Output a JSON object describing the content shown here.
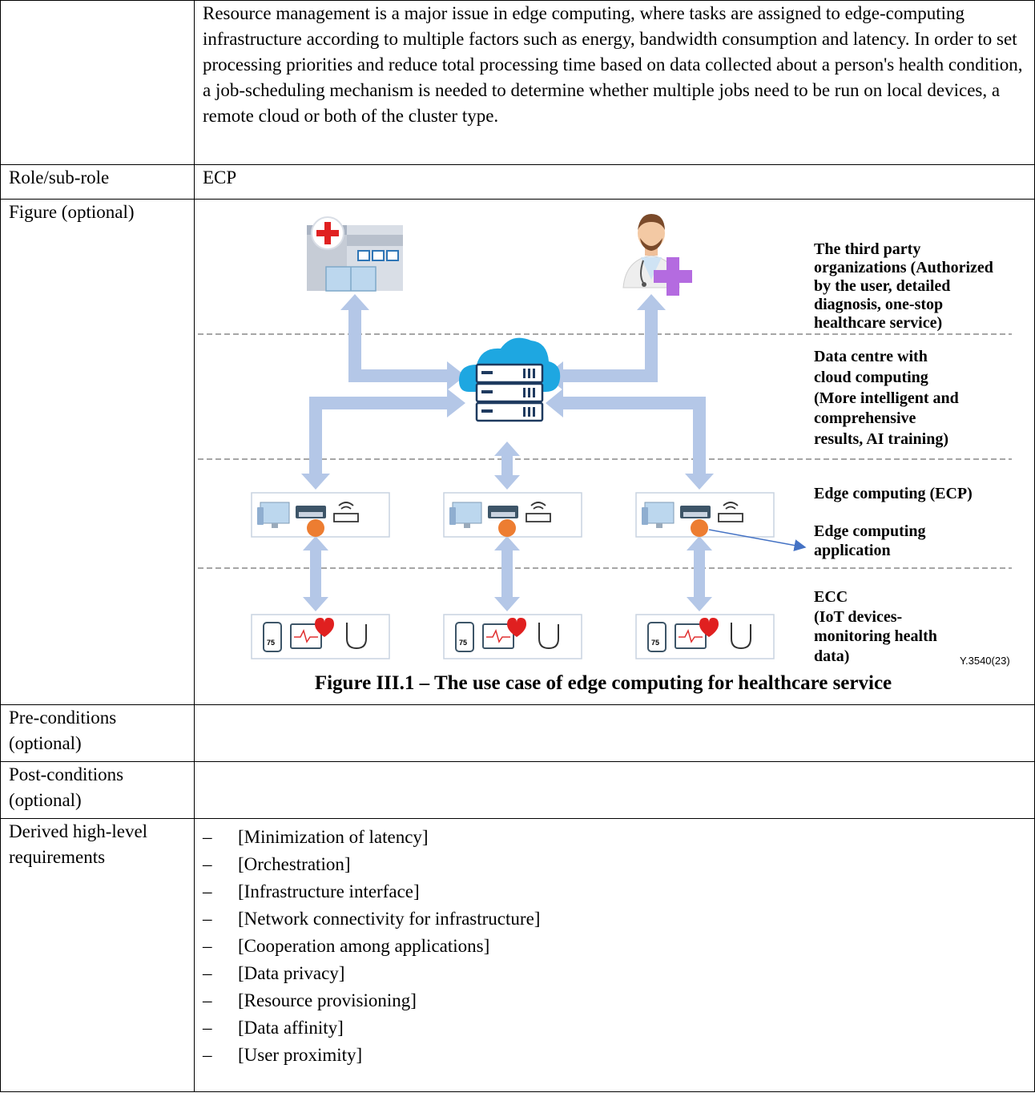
{
  "intro_text": "Resource management is a major issue in edge computing, where tasks are assigned to edge-computing infrastructure according to multiple factors such as energy, bandwidth consumption and latency. In order to set processing priorities and reduce total processing time based on data collected about a person's health condition, a job-scheduling mechanism is needed to determine whether multiple jobs need to be run on local devices, a remote cloud or both of the cluster type.",
  "rows": {
    "role_label": "Role/sub-role",
    "role_value": "ECP",
    "figure_label": "Figure (optional)",
    "pre_label": "Pre-conditions (optional)",
    "post_label": "Post-conditions (optional)",
    "req_label": "Derived high-level requirements"
  },
  "figure": {
    "caption": "Figure III.1 – The use case of edge computing for healthcare service",
    "tag": "Y.3540(23)",
    "layers": {
      "third_party": [
        "The third party",
        "organizations (Authorized",
        "by the user, detailed",
        "diagnosis, one-stop",
        "healthcare service)"
      ],
      "data_centre": [
        "Data centre with",
        "cloud computing",
        "(More intelligent and",
        "comprehensive",
        "results, AI training)"
      ],
      "edge": "Edge computing (ECP)",
      "edge_app": [
        "Edge computing",
        "application"
      ],
      "ecc": [
        "ECC",
        "(IoT devices-",
        "monitoring health",
        "data)"
      ]
    },
    "watch_reading": "75",
    "colors": {
      "arrow": "#b4c7e7",
      "cloud": "#1ea7e1",
      "node": "#ed7d31",
      "app_arrow": "#4472c4"
    }
  },
  "requirements": [
    "[Minimization of latency]",
    "[Orchestration]",
    "[Infrastructure interface]",
    "[Network connectivity for infrastructure]",
    "[Cooperation among applications]",
    "[Data privacy]",
    "[Resource provisioning]",
    "[Data affinity]",
    "[User proximity]"
  ]
}
